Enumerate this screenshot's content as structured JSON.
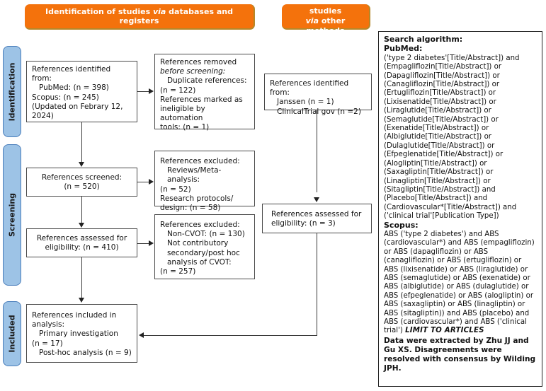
{
  "figure": {
    "type": "prisma-flow-diagram",
    "colors": {
      "header_orange": "#F4720C",
      "rail_blue": "#9DC3E6",
      "box_border": "#4a4a4a",
      "text": "#111111"
    }
  },
  "headers": {
    "databases": {
      "pre": "Identification of studies ",
      "italic": "via",
      "post": " databases and registers"
    },
    "other": {
      "line1_pre": "Identification of studies",
      "italic": "via",
      "line2_post": " other methods"
    }
  },
  "rails": [
    {
      "label": "Identification"
    },
    {
      "label": "Screening"
    },
    {
      "label": "Included"
    }
  ],
  "boxes": {
    "identified": {
      "l1": "References identified from:",
      "l2": "PubMed: (n = 398)",
      "l3": "Scopus: (n = 245)",
      "l4": "(Updated on Febrary 12,",
      "l5": "2024)"
    },
    "removed": {
      "l1": "References removed",
      "l2": "before screening:",
      "l3": "Duplicate references:",
      "l4": "(n = 122)",
      "l5": "References marked as",
      "l6": "ineligible by automation",
      "l7": "tools: (n = 1)"
    },
    "screened": {
      "l1": "References screened:",
      "l2": "(n = 520)"
    },
    "excluded_screen": {
      "l1": "References excluded:",
      "l2": "Reviews/Meta-analysis:",
      "l3": "(n = 52)",
      "l4": "Research protocols/",
      "l5": "design: (n = 58)"
    },
    "assessed": {
      "l1": "References assessed for",
      "l2": "eligibility: (n = 410)"
    },
    "excluded_elig": {
      "l1": "References excluded:",
      "l2": "Non-CVOT: (n = 130)",
      "l3": "Not contributory",
      "l4": "secondary/post hoc",
      "l5": "analysis of CVOT:",
      "l6": "(n = 257)"
    },
    "other_identified": {
      "l1": "References identified from:",
      "l2": "Janssen (n = 1)",
      "l3": "ClinicalTrial gov (n =2)"
    },
    "other_assessed": {
      "l1": "References assessed for",
      "l2": "eligibility: (n = 3)"
    },
    "included": {
      "l1": "References included in",
      "l2": "analysis:",
      "l3": "Primary investigation",
      "l4": "(n  = 17)",
      "l5": "Post-hoc analysis (n = 9)"
    }
  },
  "search_panel": {
    "title": "Search algorithm:",
    "pubmed_title": "PubMed:",
    "pubmed_lines": [
      "('type 2 diabetes'[Title/Abstract]) and",
      "(Empagliflozin[Title/Abstract]) or",
      "(Dapagliflozin[Title/Abstract]) or",
      "(Canagliflozin[Title/Abstract]) or",
      "(Ertugliflozin[Title/Abstract]) or",
      "(Lixisenatide[Title/Abstract]) or",
      "(Liraglutide[Title/Abstract]) or",
      "(Semaglutide[Title/Abstract]) or",
      "(Exenatide[Title/Abstract]) or",
      "(Albiglutide[Title/Abstract]) or",
      "(Dulaglutide[Title/Abstract]) or",
      "(Efpeglenatide[Title/Abstract]) or",
      "(Alogliptin[Title/Abstract]) or",
      "(Saxagliptin[Title/Abstract]) or",
      "(Linagliptin[Title/Abstract]) or",
      "(Sitagliptin[Title/Abstract]) and",
      "(Placebo[Title/Abstract]) and",
      "(Cardiovascular*[Title/Abstract]) and",
      "('clinical trial'[Publication Type])"
    ],
    "scopus_title": "Scopus:",
    "scopus_text": "ABS ('type 2 diabetes') and ABS (cardiovascular*) and ABS (empagliflozin) or ABS (dapagliflozin) or ABS (canagliflozin) or ABS (ertugliflozin) or ABS (lixisenatide) or ABS (liraglutide) or ABS (semaglutide) or ABS (exenatide) or ABS (albiglutide) or ABS (dulaglutide) or ABS (efpeglenatide) or ABS (alogliptin) or ABS (saxagliptin) or ABS (linagliptin) or ABS (sitagliptin)) and ABS (placebo) and ABS (cardiovascular*) and ABS ('clinical trial') ",
    "scopus_limit": "LIMIT TO ARTICLES",
    "extraction_note": "Data were extracted by Zhu JJ and Gu XS. Disagreements were resolved with consensus by Wilding JPH."
  }
}
